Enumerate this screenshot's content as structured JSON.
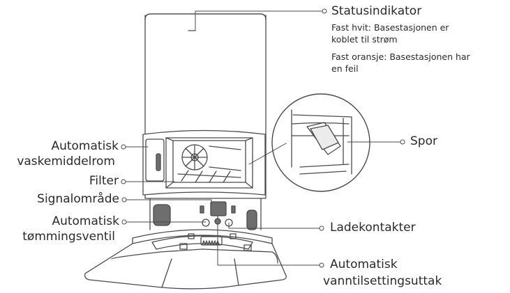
{
  "callouts": {
    "status_indicator": {
      "title": "Statusindikator",
      "line1": "Fast hvit: Basestasjonen er",
      "line2": "koblet til strøm",
      "line3": "Fast oransje: Basestasjonen har",
      "line4": "en feil"
    },
    "detergent": {
      "line1": "Automatisk",
      "line2": "vaskemiddelrom"
    },
    "filter": {
      "label": "Filter"
    },
    "signal": {
      "label": "Signalområde"
    },
    "emptying": {
      "line1": "Automatisk",
      "line2": "tømmingsventil"
    },
    "slot": {
      "label": "Spor"
    },
    "charging": {
      "label": "Ladekontakter"
    },
    "water": {
      "line1": "Automatisk",
      "line2": "vanntilsettingsuttak"
    }
  },
  "colors": {
    "line": "#4a4a4a",
    "window_fill": "#6e6e6e",
    "text": "#2a2a2a"
  }
}
